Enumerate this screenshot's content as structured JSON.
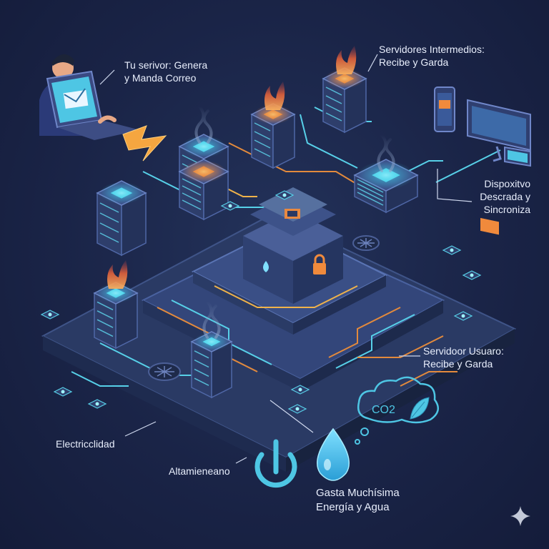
{
  "labels": {
    "sender": {
      "line1": "Tu serivor: Genera",
      "line2": "y Manda Correo"
    },
    "intermediate": {
      "line1": "Servidores Intermedios:",
      "line2": "Recibe y Garda"
    },
    "device": {
      "line1": "Dispoxitvo",
      "line2": "Descrada y",
      "line3": "Sincroniza"
    },
    "user_server": {
      "line1": "Servidoor Usuaro:",
      "line2": "Recibe y Garda"
    },
    "electricity": "Electricclidad",
    "high": "Altamieneano",
    "consumption": {
      "line1": "Gasta Muchísima",
      "line2": "Energía y Agua"
    },
    "co2": "CO2"
  },
  "colors": {
    "background": "#1a2447",
    "board": "#34456e",
    "board_dark": "#24335a",
    "server_side": "#2b3a63",
    "cyan_glow": "#5fe3f5",
    "orange": "#f08a3c",
    "accent_blue": "#49b6d9",
    "label_text": "#e8eefc"
  },
  "icons": [
    "user-icon",
    "laptop-icon",
    "mail-icon",
    "lightning-icon",
    "server-rack-icon",
    "flame-icon",
    "lock-icon",
    "water-drop-icon",
    "power-icon",
    "co2-cloud-icon",
    "leaf-icon",
    "phone-icon",
    "monitor-icon",
    "sparkle-icon",
    "chip-icon"
  ]
}
